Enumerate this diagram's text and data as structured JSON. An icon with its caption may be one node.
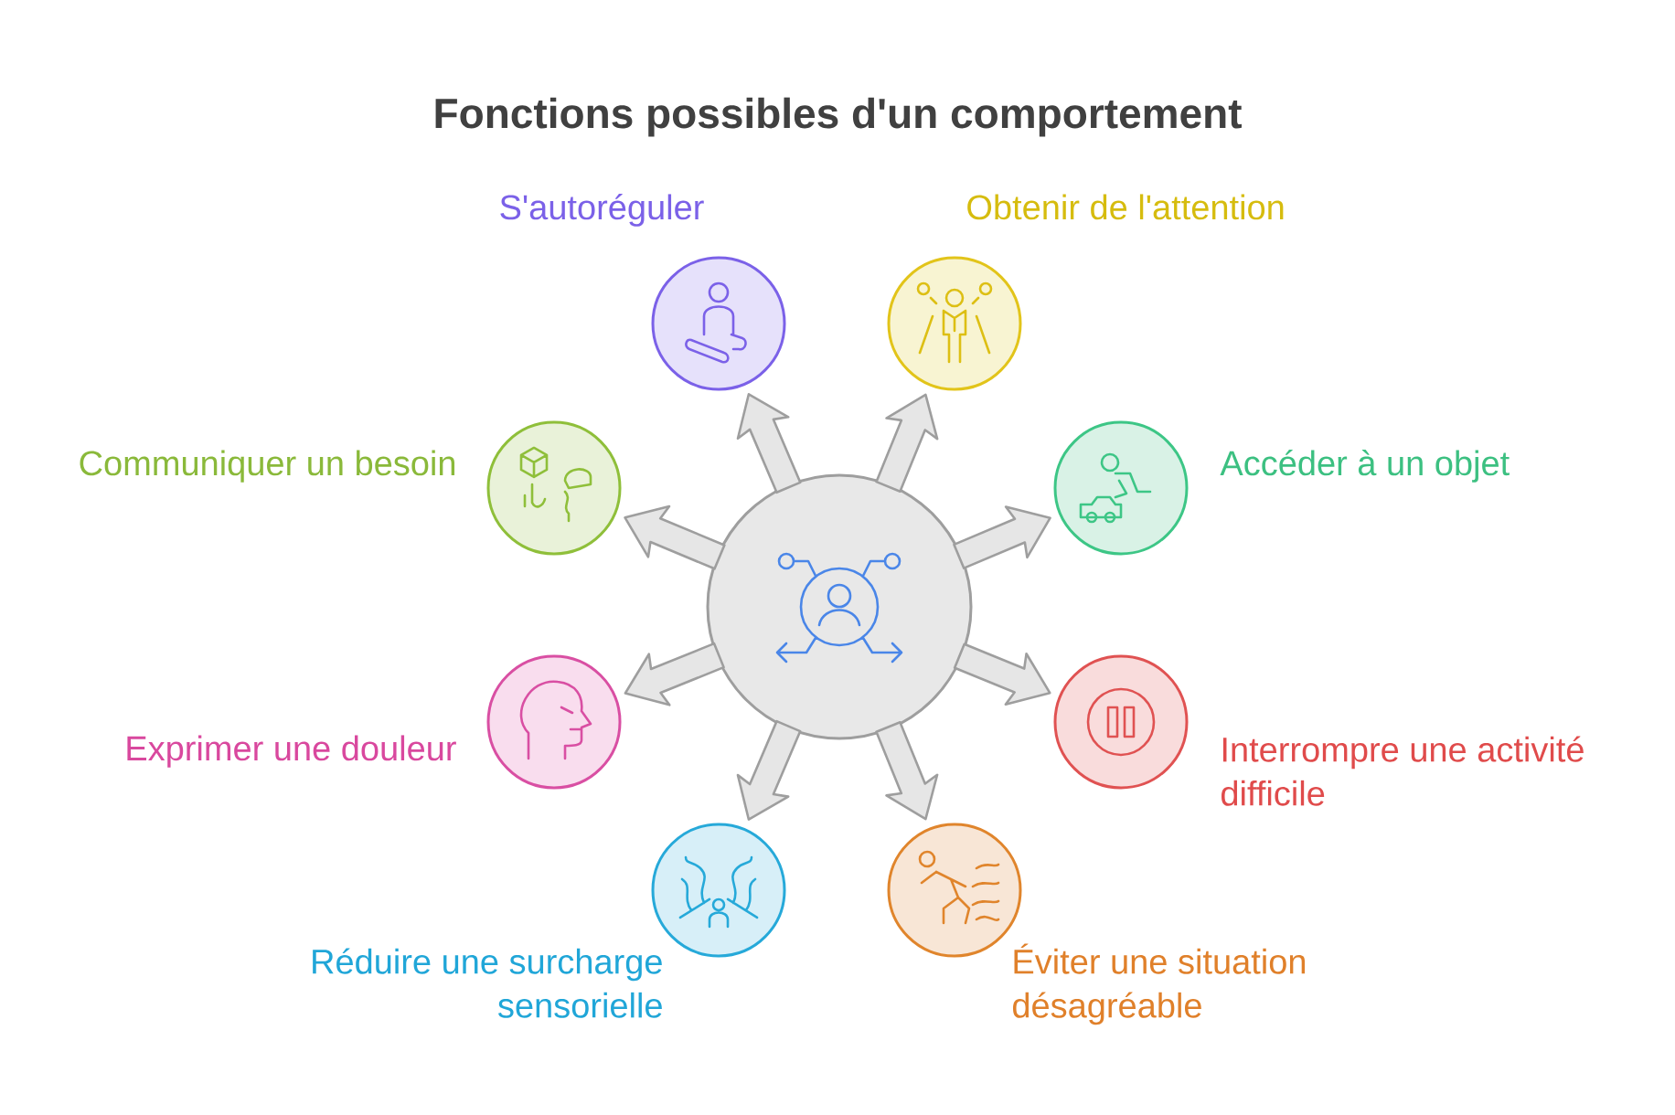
{
  "diagram": {
    "title": "Fonctions possibles d'un comportement",
    "nodes": [
      {
        "text": [],
        "shape": "circle"
      },
      {
        "text": [],
        "shape": "circle",
        "beside": [
          "S'autoréguler"
        ]
      },
      {
        "text": [],
        "shape": "circle",
        "beside": [
          "Obtenir de l'attention"
        ]
      },
      {
        "text": [],
        "shape": "circle",
        "beside": [
          "Communiquer un besoin"
        ]
      },
      {
        "text": [],
        "shape": "circle",
        "beside": [
          "Accéder à un objet"
        ]
      },
      {
        "text": [],
        "shape": "circle",
        "beside": [
          "Exprimer une douleur"
        ]
      },
      {
        "text": [],
        "shape": "circle",
        "beside": [
          "Interrompre une activité difficile"
        ]
      },
      {
        "text": [],
        "shape": "circle",
        "beside": [
          "Réduire une surcharge sensorielle"
        ]
      },
      {
        "text": [],
        "shape": "circle",
        "beside": [
          "Éviter une situation désagréable"
        ]
      }
    ],
    "edges": [
      {
        "from": 0,
        "to": 1,
        "arrow": "to"
      },
      {
        "from": 0,
        "to": 2,
        "arrow": "to"
      },
      {
        "from": 0,
        "to": 3,
        "arrow": "to"
      },
      {
        "from": 0,
        "to": 4,
        "arrow": "to"
      },
      {
        "from": 0,
        "to": 5,
        "arrow": "to"
      },
      {
        "from": 0,
        "to": 6,
        "arrow": "to"
      },
      {
        "from": 0,
        "to": 7,
        "arrow": "to"
      },
      {
        "from": 0,
        "to": 8,
        "arrow": "to"
      }
    ]
  }
}
